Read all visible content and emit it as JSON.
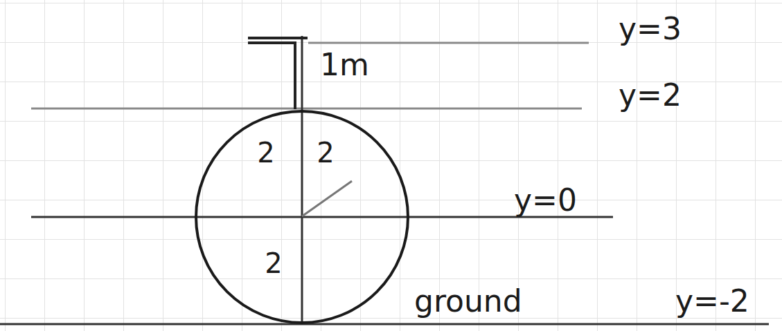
{
  "diagram": {
    "nodes": [
      {
        "text": [
          "2",
          "2",
          "2"
        ]
      }
    ],
    "labels": [
      "y=3",
      "1m",
      "y=2",
      "y=0",
      "ground",
      "y=-2"
    ]
  }
}
